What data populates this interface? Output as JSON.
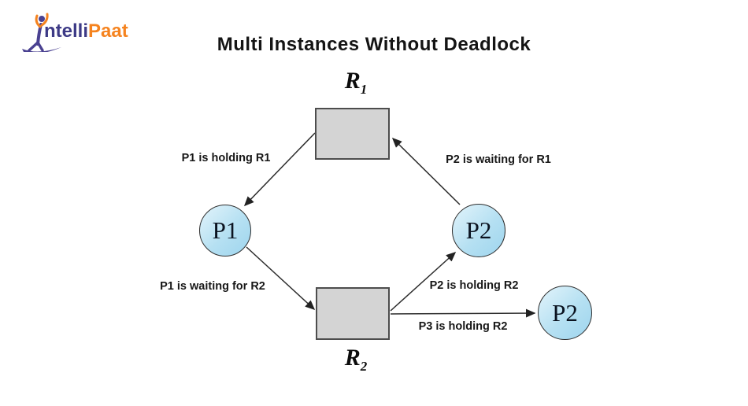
{
  "logo": {
    "prefix": "ntelli",
    "suffix": "Paat"
  },
  "title": "Multi Instances Without Deadlock",
  "diagram": {
    "resources": [
      {
        "name": "R",
        "sub": "1"
      },
      {
        "name": "R",
        "sub": "2"
      }
    ],
    "processes": [
      {
        "label": "P1"
      },
      {
        "label": "P2"
      },
      {
        "label": "P2"
      }
    ],
    "edges": [
      {
        "label": "P1 is holding R1",
        "from": "R1",
        "to": "P1"
      },
      {
        "label": "P2 is waiting for R1",
        "from": "P2",
        "to": "R1"
      },
      {
        "label": "P1 is waiting for R2",
        "from": "P1",
        "to": "R2"
      },
      {
        "label": "P2 is holding R2",
        "from": "R2",
        "to": "P2"
      },
      {
        "label": "P3 is holding R2",
        "from": "R2",
        "to": "P2"
      }
    ],
    "colors": {
      "process_fill": "#b5e0f2",
      "resource_fill": "#d4d4d4",
      "edge": "#2b2b2b",
      "logo_purple": "#3d3a86",
      "logo_orange": "#f5831f"
    }
  }
}
